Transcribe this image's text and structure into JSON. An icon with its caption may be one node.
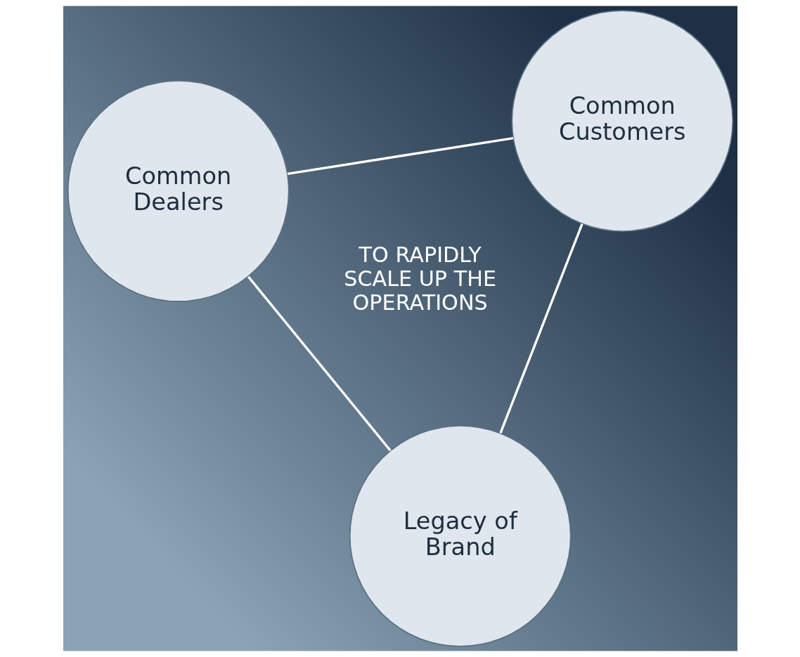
{
  "diagram": {
    "nodes": [
      {
        "text": [
          "Common Dealers"
        ]
      },
      {
        "text": [
          "Common Customers"
        ]
      },
      {
        "text": [
          "Legacy of Brand"
        ]
      }
    ],
    "edges": [
      {
        "from": 0,
        "to": 1,
        "arrow": "none"
      },
      {
        "from": 0,
        "to": 2,
        "arrow": "none"
      },
      {
        "from": 1,
        "to": 2,
        "arrow": "none"
      }
    ],
    "labels": [
      "TO RAPIDLY SCALE UP THE OPERATIONS"
    ]
  }
}
